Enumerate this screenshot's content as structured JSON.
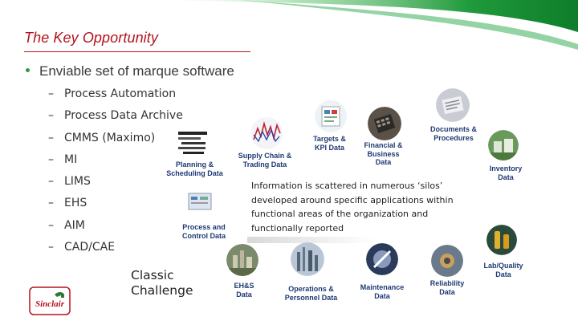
{
  "slide": {
    "title": "The Key Opportunity",
    "bullet": "Enviable set of marque software",
    "dash": "–",
    "items": [
      "Process Automation",
      "Process Data Archive",
      "CMMS (Maximo)",
      "MI",
      "LIMS",
      "EHS",
      "AIM",
      "CAD/CAE"
    ],
    "classic_line1": "Classic",
    "classic_line2": "Challenge",
    "scatter_text": "Information is scattered in numerous ‘silos’ developed around specific applications within functional areas of the organization and functionally reported"
  },
  "nodes": {
    "planning": [
      "Planning &",
      "Scheduling Data"
    ],
    "supply": [
      "Supply Chain &",
      "Trading Data"
    ],
    "targets": [
      "Targets &",
      "KPI Data"
    ],
    "financial": [
      "Financial &",
      "Business",
      "Data"
    ],
    "documents": [
      "Documents &",
      "Procedures"
    ],
    "inventory": [
      "Inventory",
      "Data"
    ],
    "process": [
      "Process and",
      "Control Data"
    ],
    "ehs": [
      "EH&S",
      "Data"
    ],
    "operations": [
      "Operations &",
      "Personnel Data"
    ],
    "maintenance": [
      "Maintenance",
      "Data"
    ],
    "reliability": [
      "Reliability",
      "Data"
    ],
    "lab": [
      "Lab/Quality",
      "Data"
    ]
  },
  "logo": {
    "text": "Sinclair"
  },
  "colors": {
    "title": "#b5121b",
    "accent_green": "#2e9b3f",
    "node_label": "#1f3a73"
  }
}
